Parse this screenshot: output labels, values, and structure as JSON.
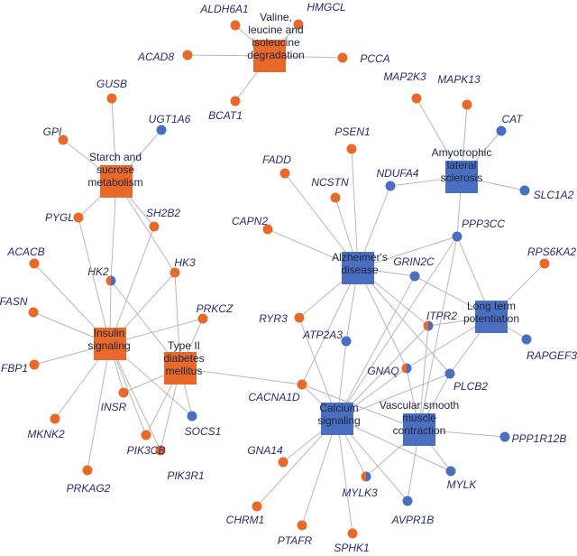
{
  "colors": {
    "orange": "#e8692a",
    "blue": "#4a6fc0",
    "edge": "#b8b8b8",
    "label": "#2b2b6b"
  },
  "pathways": [
    {
      "id": "valine",
      "lines": [
        "Valine,",
        "leucine and",
        "isoleucine",
        "degradation"
      ],
      "color": "orange"
    },
    {
      "id": "starch",
      "lines": [
        "Starch and",
        "sucrose",
        "metabolism"
      ],
      "color": "orange"
    },
    {
      "id": "insulin",
      "lines": [
        "Insulin",
        "signaling"
      ],
      "color": "orange"
    },
    {
      "id": "t2d",
      "lines": [
        "Type II",
        "diabetes",
        "mellitus"
      ],
      "color": "orange"
    },
    {
      "id": "alzheimer",
      "lines": [
        "Alzheimer's",
        "disease"
      ],
      "color": "blue"
    },
    {
      "id": "als",
      "lines": [
        "Amyotrophic",
        "lateral",
        "sclerosis"
      ],
      "color": "blue"
    },
    {
      "id": "ltp",
      "lines": [
        "Long term",
        "potentiation"
      ],
      "color": "blue"
    },
    {
      "id": "calcium",
      "lines": [
        "Calcium",
        "signaling"
      ],
      "color": "blue"
    },
    {
      "id": "vsmc",
      "lines": [
        "Vascular smooth",
        "muscle",
        "contraction"
      ],
      "color": "blue"
    }
  ],
  "genes": [
    {
      "id": "ALDH6A1",
      "label": "ALDH6A1",
      "color": "orange"
    },
    {
      "id": "HMGCL",
      "label": "HMGCL",
      "color": "orange"
    },
    {
      "id": "ACAD8",
      "label": "ACAD8",
      "color": "orange"
    },
    {
      "id": "PCCA",
      "label": "PCCA",
      "color": "orange"
    },
    {
      "id": "BCAT1",
      "label": "BCAT1",
      "color": "orange"
    },
    {
      "id": "GUSB",
      "label": "GUSB",
      "color": "orange"
    },
    {
      "id": "GPI",
      "label": "GPI",
      "color": "orange"
    },
    {
      "id": "UGT1A6",
      "label": "UGT1A6",
      "color": "blue"
    },
    {
      "id": "PYGL",
      "label": "PYGL",
      "color": "orange"
    },
    {
      "id": "SH2B2",
      "label": "SH2B2",
      "color": "orange"
    },
    {
      "id": "ACACB",
      "label": "ACACB",
      "color": "orange"
    },
    {
      "id": "HK2",
      "label": "HK2",
      "color": "mixed"
    },
    {
      "id": "HK3",
      "label": "HK3",
      "color": "orange"
    },
    {
      "id": "FASN",
      "label": "FASN",
      "color": "orange"
    },
    {
      "id": "PRKCZ",
      "label": "PRKCZ",
      "color": "orange"
    },
    {
      "id": "FBP1",
      "label": "FBP1",
      "color": "orange"
    },
    {
      "id": "INSR",
      "label": "INSR",
      "color": "orange"
    },
    {
      "id": "SOCS1",
      "label": "SOCS1",
      "color": "blue"
    },
    {
      "id": "MKNK2",
      "label": "MKNK2",
      "color": "orange"
    },
    {
      "id": "PIK3CB",
      "label": "PIK3CB",
      "color": "orange"
    },
    {
      "id": "PIK3R1",
      "label": "PIK3R1",
      "color": "orange"
    },
    {
      "id": "PRKAG2",
      "label": "PRKAG2",
      "color": "orange"
    },
    {
      "id": "MAP2K3",
      "label": "MAP2K3",
      "color": "orange"
    },
    {
      "id": "MAPK13",
      "label": "MAPK13",
      "color": "orange"
    },
    {
      "id": "CAT",
      "label": "CAT",
      "color": "blue"
    },
    {
      "id": "PSEN1",
      "label": "PSEN1",
      "color": "orange"
    },
    {
      "id": "FADD",
      "label": "FADD",
      "color": "orange"
    },
    {
      "id": "NCSTN",
      "label": "NCSTN",
      "color": "orange"
    },
    {
      "id": "NDUFA4",
      "label": "NDUFA4",
      "color": "blue"
    },
    {
      "id": "SLC1A2",
      "label": "SLC1A2",
      "color": "blue"
    },
    {
      "id": "PPP3CC",
      "label": "PPP3CC",
      "color": "blue"
    },
    {
      "id": "CAPN2",
      "label": "CAPN2",
      "color": "orange"
    },
    {
      "id": "GRIN2C",
      "label": "GRIN2C",
      "color": "blue"
    },
    {
      "id": "RPS6KA2",
      "label": "RPS6KA2",
      "color": "orange"
    },
    {
      "id": "RYR3",
      "label": "RYR3",
      "color": "orange"
    },
    {
      "id": "ITPR2",
      "label": "ITPR2",
      "color": "mixed"
    },
    {
      "id": "ATP2A3",
      "label": "ATP2A3",
      "color": "blue"
    },
    {
      "id": "RAPGEF3",
      "label": "RAPGEF3",
      "color": "blue"
    },
    {
      "id": "GNAQ",
      "label": "GNAQ",
      "color": "mixed"
    },
    {
      "id": "CACNA1D",
      "label": "CACNA1D",
      "color": "orange"
    },
    {
      "id": "PLCB2",
      "label": "PLCB2",
      "color": "blue"
    },
    {
      "id": "PPP1R12B",
      "label": "PPP1R12B",
      "color": "blue"
    },
    {
      "id": "GNA14",
      "label": "GNA14",
      "color": "orange"
    },
    {
      "id": "MYLK",
      "label": "MYLK",
      "color": "blue"
    },
    {
      "id": "MYLK3",
      "label": "MYLK3",
      "color": "mixed"
    },
    {
      "id": "AVPR1B",
      "label": "AVPR1B",
      "color": "blue"
    },
    {
      "id": "CHRM1",
      "label": "CHRM1",
      "color": "orange"
    },
    {
      "id": "PTAFR",
      "label": "PTAFR",
      "color": "orange"
    },
    {
      "id": "SPHK1",
      "label": "SPHK1",
      "color": "orange"
    }
  ],
  "edges": [
    [
      "valine",
      "ALDH6A1"
    ],
    [
      "valine",
      "HMGCL"
    ],
    [
      "valine",
      "ACAD8"
    ],
    [
      "valine",
      "PCCA"
    ],
    [
      "valine",
      "BCAT1"
    ],
    [
      "starch",
      "GUSB"
    ],
    [
      "starch",
      "GPI"
    ],
    [
      "starch",
      "UGT1A6"
    ],
    [
      "starch",
      "PYGL"
    ],
    [
      "starch",
      "SH2B2"
    ],
    [
      "starch",
      "HK2"
    ],
    [
      "starch",
      "HK3"
    ],
    [
      "insulin",
      "SH2B2"
    ],
    [
      "insulin",
      "ACACB"
    ],
    [
      "insulin",
      "HK2"
    ],
    [
      "insulin",
      "HK3"
    ],
    [
      "insulin",
      "FASN"
    ],
    [
      "insulin",
      "PRKCZ"
    ],
    [
      "insulin",
      "FBP1"
    ],
    [
      "insulin",
      "INSR"
    ],
    [
      "insulin",
      "SOCS1"
    ],
    [
      "insulin",
      "MKNK2"
    ],
    [
      "insulin",
      "PIK3CB"
    ],
    [
      "insulin",
      "PIK3R1"
    ],
    [
      "insulin",
      "PRKAG2"
    ],
    [
      "insulin",
      "PYGL"
    ],
    [
      "t2d",
      "HK2"
    ],
    [
      "t2d",
      "HK3"
    ],
    [
      "t2d",
      "PRKCZ"
    ],
    [
      "t2d",
      "INSR"
    ],
    [
      "t2d",
      "SOCS1"
    ],
    [
      "t2d",
      "PIK3CB"
    ],
    [
      "t2d",
      "PIK3R1"
    ],
    [
      "t2d",
      "CACNA1D"
    ],
    [
      "als",
      "MAP2K3"
    ],
    [
      "als",
      "MAPK13"
    ],
    [
      "als",
      "CAT"
    ],
    [
      "als",
      "SLC1A2"
    ],
    [
      "als",
      "PPP3CC"
    ],
    [
      "als",
      "NDUFA4"
    ],
    [
      "alzheimer",
      "PSEN1"
    ],
    [
      "alzheimer",
      "FADD"
    ],
    [
      "alzheimer",
      "NCSTN"
    ],
    [
      "alzheimer",
      "NDUFA4"
    ],
    [
      "alzheimer",
      "CAPN2"
    ],
    [
      "alzheimer",
      "PPP3CC"
    ],
    [
      "alzheimer",
      "GRIN2C"
    ],
    [
      "alzheimer",
      "RYR3"
    ],
    [
      "alzheimer",
      "ITPR2"
    ],
    [
      "alzheimer",
      "ATP2A3"
    ],
    [
      "alzheimer",
      "GNAQ"
    ],
    [
      "alzheimer",
      "CACNA1D"
    ],
    [
      "alzheimer",
      "PLCB2"
    ],
    [
      "ltp",
      "PPP3CC"
    ],
    [
      "ltp",
      "GRIN2C"
    ],
    [
      "ltp",
      "RPS6KA2"
    ],
    [
      "ltp",
      "RAPGEF3"
    ],
    [
      "ltp",
      "ITPR2"
    ],
    [
      "ltp",
      "GNAQ"
    ],
    [
      "ltp",
      "PLCB2"
    ],
    [
      "calcium",
      "PPP3CC"
    ],
    [
      "calcium",
      "GRIN2C"
    ],
    [
      "calcium",
      "RYR3"
    ],
    [
      "calcium",
      "ITPR2"
    ],
    [
      "calcium",
      "ATP2A3"
    ],
    [
      "calcium",
      "GNAQ"
    ],
    [
      "calcium",
      "CACNA1D"
    ],
    [
      "calcium",
      "PLCB2"
    ],
    [
      "calcium",
      "GNA14"
    ],
    [
      "calcium",
      "MYLK"
    ],
    [
      "calcium",
      "MYLK3"
    ],
    [
      "calcium",
      "AVPR1B"
    ],
    [
      "calcium",
      "CHRM1"
    ],
    [
      "calcium",
      "PTAFR"
    ],
    [
      "calcium",
      "SPHK1"
    ],
    [
      "vsmc",
      "ITPR2"
    ],
    [
      "vsmc",
      "GNAQ"
    ],
    [
      "vsmc",
      "PLCB2"
    ],
    [
      "vsmc",
      "PPP1R12B"
    ],
    [
      "vsmc",
      "MYLK"
    ],
    [
      "vsmc",
      "MYLK3"
    ],
    [
      "vsmc",
      "AVPR1B"
    ],
    [
      "vsmc",
      "CACNA1D"
    ],
    [
      "vsmc",
      "PPP3CC"
    ]
  ]
}
